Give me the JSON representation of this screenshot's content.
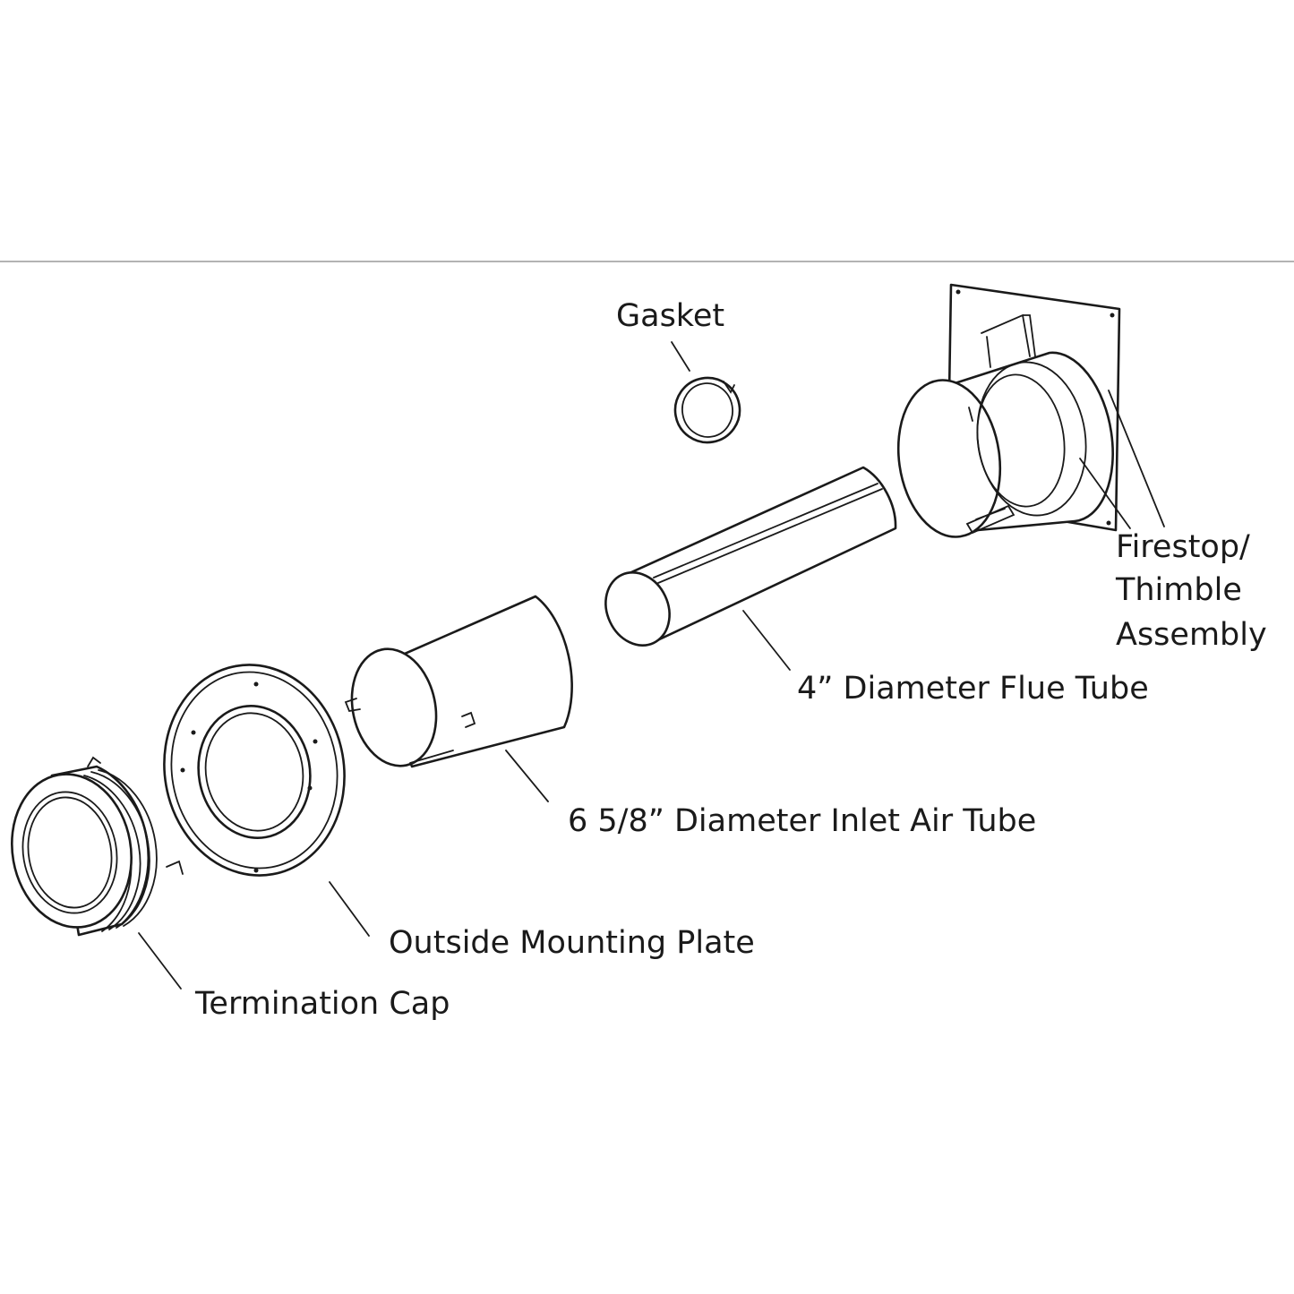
{
  "labels": {
    "gasket": "Gasket",
    "firestop_line1": "Firestop/",
    "firestop_line2": "Thimble",
    "firestop_line3": "Assembly",
    "flue_tube": "4” Diameter Flue Tube",
    "inlet_air_tube": "6 5/8” Diameter Inlet Air Tube",
    "mounting_plate": "Outside Mounting Plate",
    "termination_cap": "Termination Cap"
  },
  "colors": {
    "line": "#1a1a1a",
    "background": "#ffffff",
    "divider": "#9a9a9a"
  }
}
